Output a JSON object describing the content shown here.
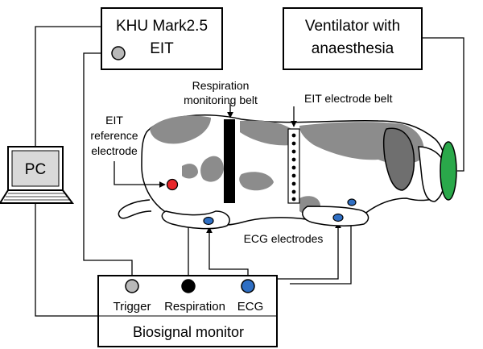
{
  "boxes": {
    "eit": {
      "line1": "KHU Mark2.5",
      "line2": "EIT"
    },
    "ventilator": {
      "line1": "Ventilator with",
      "line2": "anaesthesia"
    },
    "pc": {
      "label": "PC"
    },
    "monitor": {
      "title": "Biosignal monitor",
      "ports": [
        "Trigger",
        "Respiration",
        "ECG"
      ]
    }
  },
  "labels": {
    "resp_belt": [
      "Respiration",
      "monitoring belt"
    ],
    "eit_belt": "EIT electrode belt",
    "ref_electrode": [
      "EIT",
      "reference",
      "electrode"
    ],
    "ecg": "ECG electrodes"
  },
  "colors": {
    "reference_electrode": "#e8262a",
    "ecg_electrode": "#2f6fc4",
    "mask": "#2aa84a",
    "trigger_port": "#b9b9b9",
    "respiration_port": "#000000",
    "dog_spots": "#8c8c8c"
  }
}
